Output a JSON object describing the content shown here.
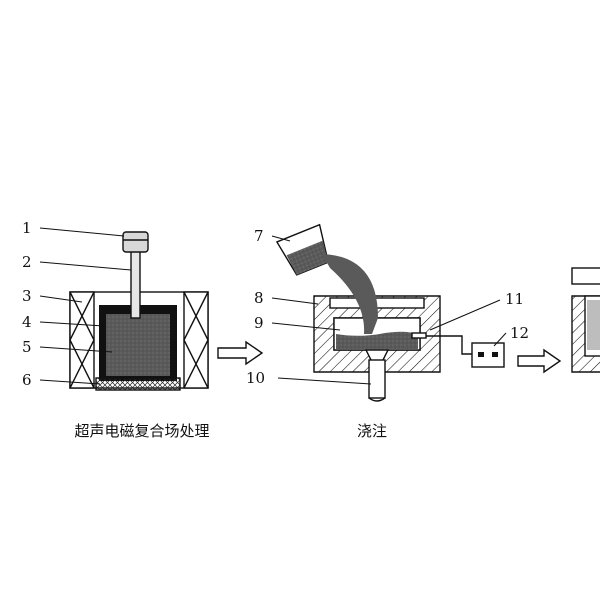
{
  "captions": {
    "stage1": "超声电磁复合场处理",
    "stage2": "浇注"
  },
  "labels": {
    "l1": "1",
    "l2": "2",
    "l3": "3",
    "l4": "4",
    "l5": "5",
    "l6": "6",
    "l7": "7",
    "l8": "8",
    "l9": "9",
    "l10": "10",
    "l11": "11",
    "l12": "12"
  },
  "colors": {
    "melt": "#555555",
    "line": "#111111",
    "background": "#ffffff"
  }
}
